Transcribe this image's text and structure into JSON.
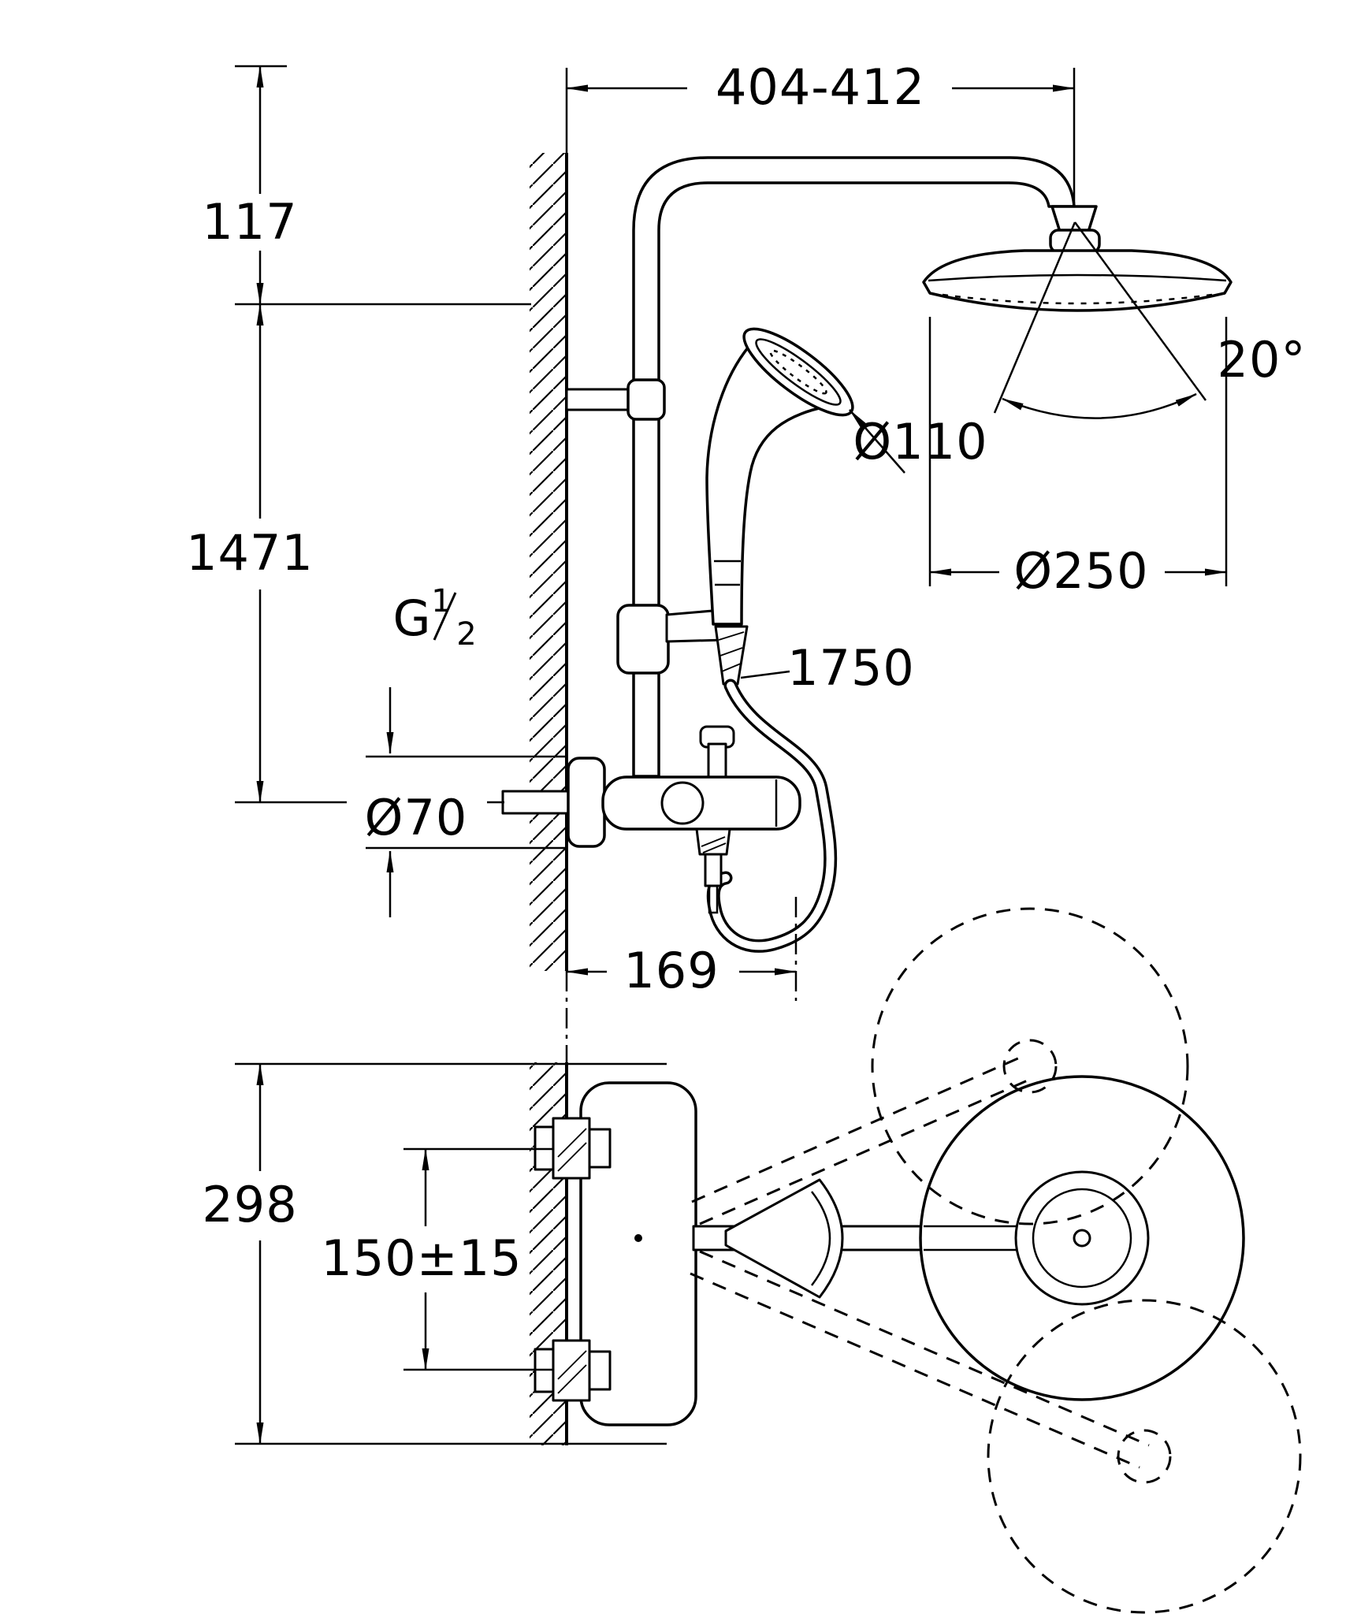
{
  "drawing": {
    "title": "shower-system-dimensional-drawing",
    "labels": {
      "top_width": "404-412",
      "wall_clearance": "117",
      "riser_height": "1471",
      "thread_g": "G",
      "thread_num": "1",
      "thread_den": "2",
      "escutcheon_dia": "Ø70",
      "handshower_dia": "Ø110",
      "head_tilt": "20°",
      "headshower_dia": "Ø250",
      "hose_length": "1750",
      "spout_depth": "169",
      "swivel_depth": "298",
      "inlet_spacing": "150±15"
    }
  }
}
